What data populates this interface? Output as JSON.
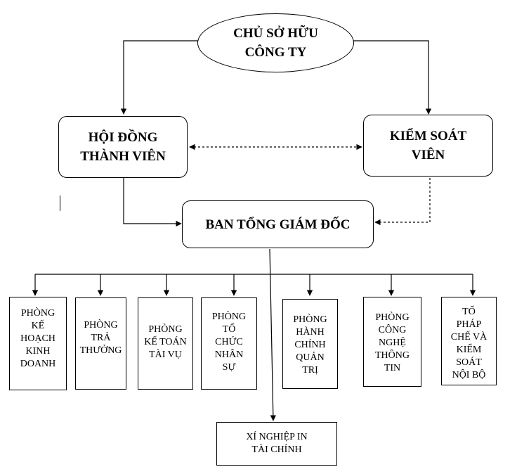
{
  "owner": "CHỦ SỞ HỮU\nCÔNG TY",
  "council": "HỘI ĐỒNG\nTHÀNH VIÊN",
  "controller": "KIỂM SOÁT\nVIÊN",
  "board": "BAN TỔNG GIÁM ĐỐC",
  "departments": [
    "PHÒNG\nKẾ\nHOẠCH\nKINH\nDOANH",
    "PHÒNG\nTRẢ\nTHƯỞNG",
    "PHÒNG\nKẾ TOÁN\nTÀI VỤ",
    "PHÒNG\nTỔ\nCHỨC\nNHÂN\nSỰ",
    "PHÒNG\nHÀNH\nCHÍNH\nQUẢN\nTRỊ",
    "PHÒNG\nCÔNG\nNGHỆ\nTHÔNG\nTIN",
    "TỔ\nPHÁP\nCHẾ VÀ\nKIỂM\nSOÁT\nNỘI BỘ"
  ],
  "factory": "XÍ NGHIỆP IN\nTÀI CHÍNH"
}
